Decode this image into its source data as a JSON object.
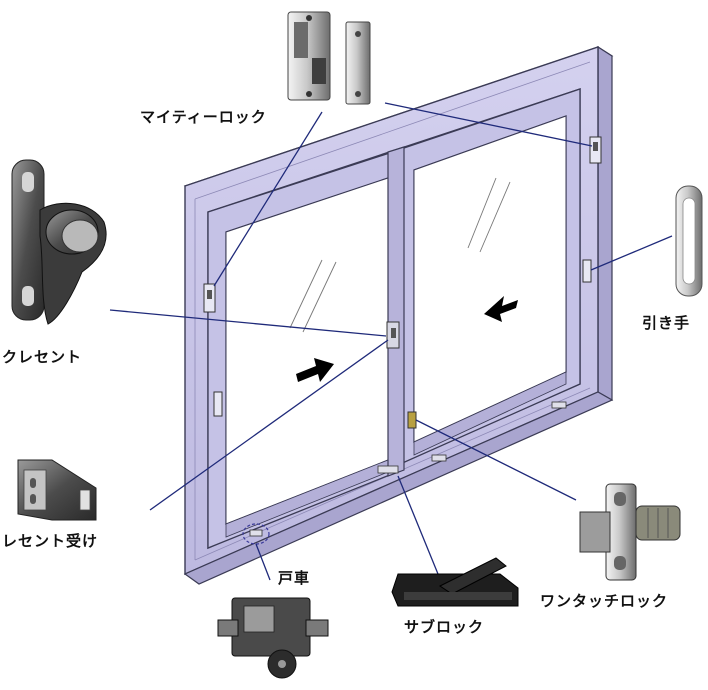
{
  "diagram": {
    "labels": {
      "mighty_lock": "マイティーロック",
      "crescent": "クレセント",
      "crescent_receiver": "レセント受け",
      "pull_handle": "引き手",
      "roller": "戸車",
      "sub_lock": "サブロック",
      "one_touch_lock": "ワンタッチロック"
    },
    "colors": {
      "frame_face": "#c9c6e8",
      "frame_shadow": "#a9a5cf",
      "frame_edge": "#3b3b55",
      "glass": "#ffffff",
      "leader": "#1f2a7a",
      "metal_light": "#e3e3e3",
      "metal_dark": "#5a5a5a",
      "arrow": "#000000"
    }
  }
}
